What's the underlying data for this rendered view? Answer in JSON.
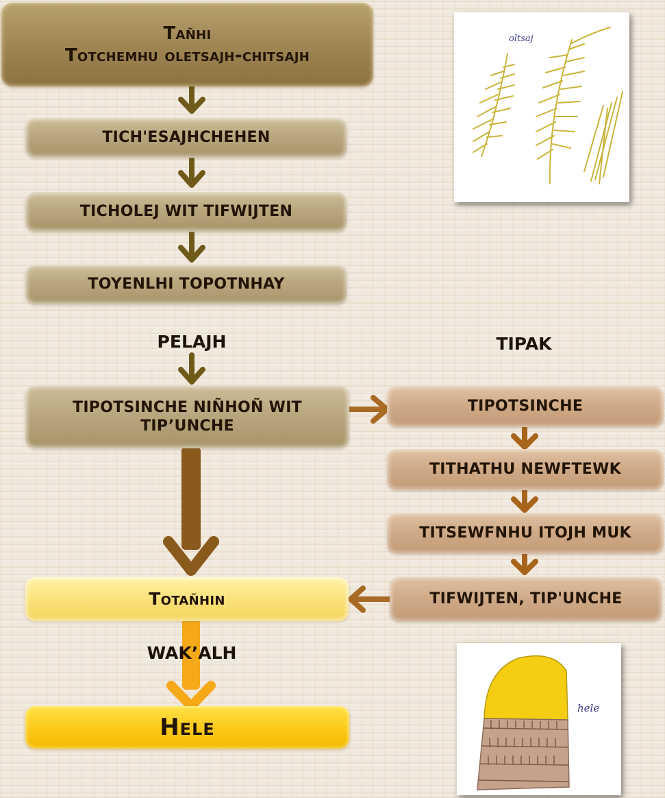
{
  "colors": {
    "arrow_brown": "#8a5a1c",
    "arrow_olive": "#6f5a1a",
    "arrow_orange": "#f0a010",
    "box_olive": "#b9a77e",
    "box_tan": "#cfa986",
    "box_yellow": "#fcc91a"
  },
  "boxes": {
    "top_line1": "Tañhi",
    "top_line2": "Totchemhu oletsajh-chitsajh",
    "step2": "TICH'ESAJHCHEHEN",
    "step3": "TICHOLEJ WIT TIFWIJTEN",
    "step4": "TOYENLHI TOPOTNHAY",
    "branch_left_line1": "TIPOTSINCHE NIÑHOÑ WIT",
    "branch_left_line2": "TIP’UNCHE",
    "right1": "TIPOTSINCHE",
    "right2": "TITHATHU  NEWFTEWK",
    "right3": "TITSEWFNHU ITOJH MUK",
    "right4": "TIFWIJTEN, TIP'UNCHE",
    "merge": "Totañhin",
    "final": "Hele"
  },
  "labels": {
    "pelajh": "PELAJH",
    "tipak": "TIPAK",
    "wakalh": "WAK’ALH"
  },
  "photos": {
    "top_caption": "oltsaj",
    "bottom_caption": "hele"
  },
  "icons": {
    "down_arrow": "chevron-down-arrow-icon",
    "right_arrow": "right-arrow-icon",
    "left_arrow": "left-arrow-icon"
  }
}
